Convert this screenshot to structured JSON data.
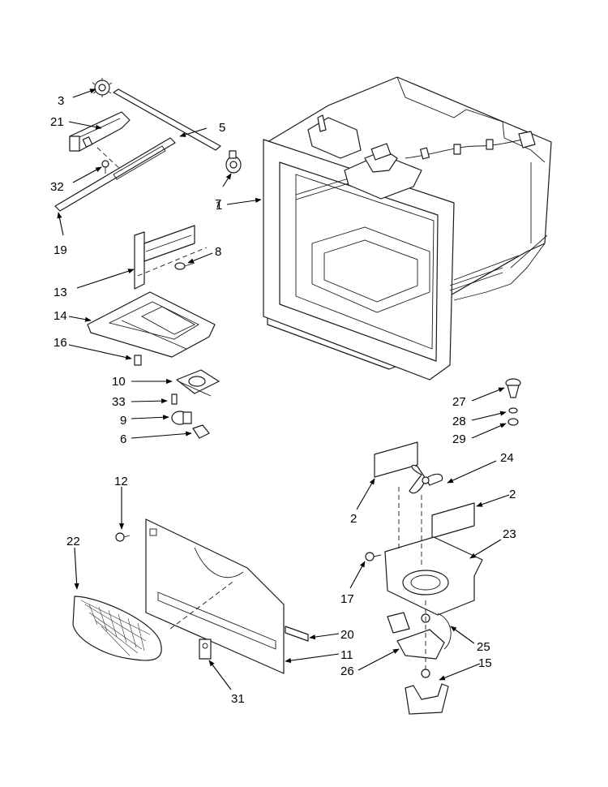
{
  "callouts": [
    {
      "id": "c3",
      "label": "3"
    },
    {
      "id": "c21",
      "label": "21"
    },
    {
      "id": "c5",
      "label": "5"
    },
    {
      "id": "c32",
      "label": "32"
    },
    {
      "id": "c7",
      "label": "7"
    },
    {
      "id": "c1",
      "label": "1"
    },
    {
      "id": "c19",
      "label": "19"
    },
    {
      "id": "c8",
      "label": "8"
    },
    {
      "id": "c13",
      "label": "13"
    },
    {
      "id": "c14",
      "label": "14"
    },
    {
      "id": "c16",
      "label": "16"
    },
    {
      "id": "c10",
      "label": "10"
    },
    {
      "id": "c33",
      "label": "33"
    },
    {
      "id": "c9",
      "label": "9"
    },
    {
      "id": "c6",
      "label": "6"
    },
    {
      "id": "c27",
      "label": "27"
    },
    {
      "id": "c28",
      "label": "28"
    },
    {
      "id": "c29",
      "label": "29"
    },
    {
      "id": "c24",
      "label": "24"
    },
    {
      "id": "c2a",
      "label": "2"
    },
    {
      "id": "c2b",
      "label": "2"
    },
    {
      "id": "c12",
      "label": "12"
    },
    {
      "id": "c22",
      "label": "22"
    },
    {
      "id": "c23",
      "label": "23"
    },
    {
      "id": "c17",
      "label": "17"
    },
    {
      "id": "c20",
      "label": "20"
    },
    {
      "id": "c25",
      "label": "25"
    },
    {
      "id": "c11",
      "label": "11"
    },
    {
      "id": "c26",
      "label": "26"
    },
    {
      "id": "c15",
      "label": "15"
    },
    {
      "id": "c31",
      "label": "31"
    }
  ]
}
